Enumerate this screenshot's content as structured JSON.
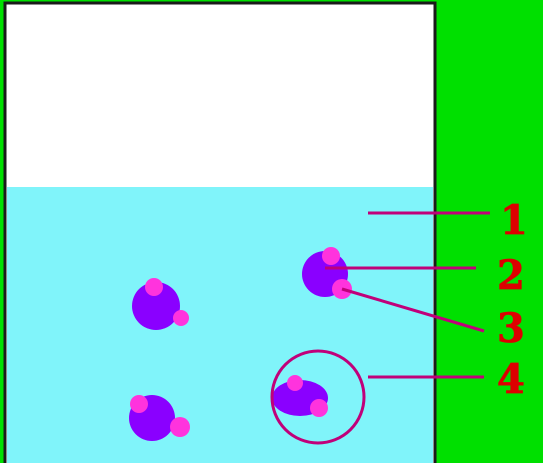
{
  "colors": {
    "background": "#00e000",
    "container_fill": "#ffffff",
    "container_border": "#1a1a1a",
    "liquid": "#80f4fa",
    "particle_core": "#8a00ff",
    "particle_accent": "#ff33dd",
    "leader_line": "#c0007a",
    "label": "#dd0000"
  },
  "callouts": [
    {
      "label": "1"
    },
    {
      "label": "2"
    },
    {
      "label": "3"
    },
    {
      "label": "4"
    }
  ]
}
